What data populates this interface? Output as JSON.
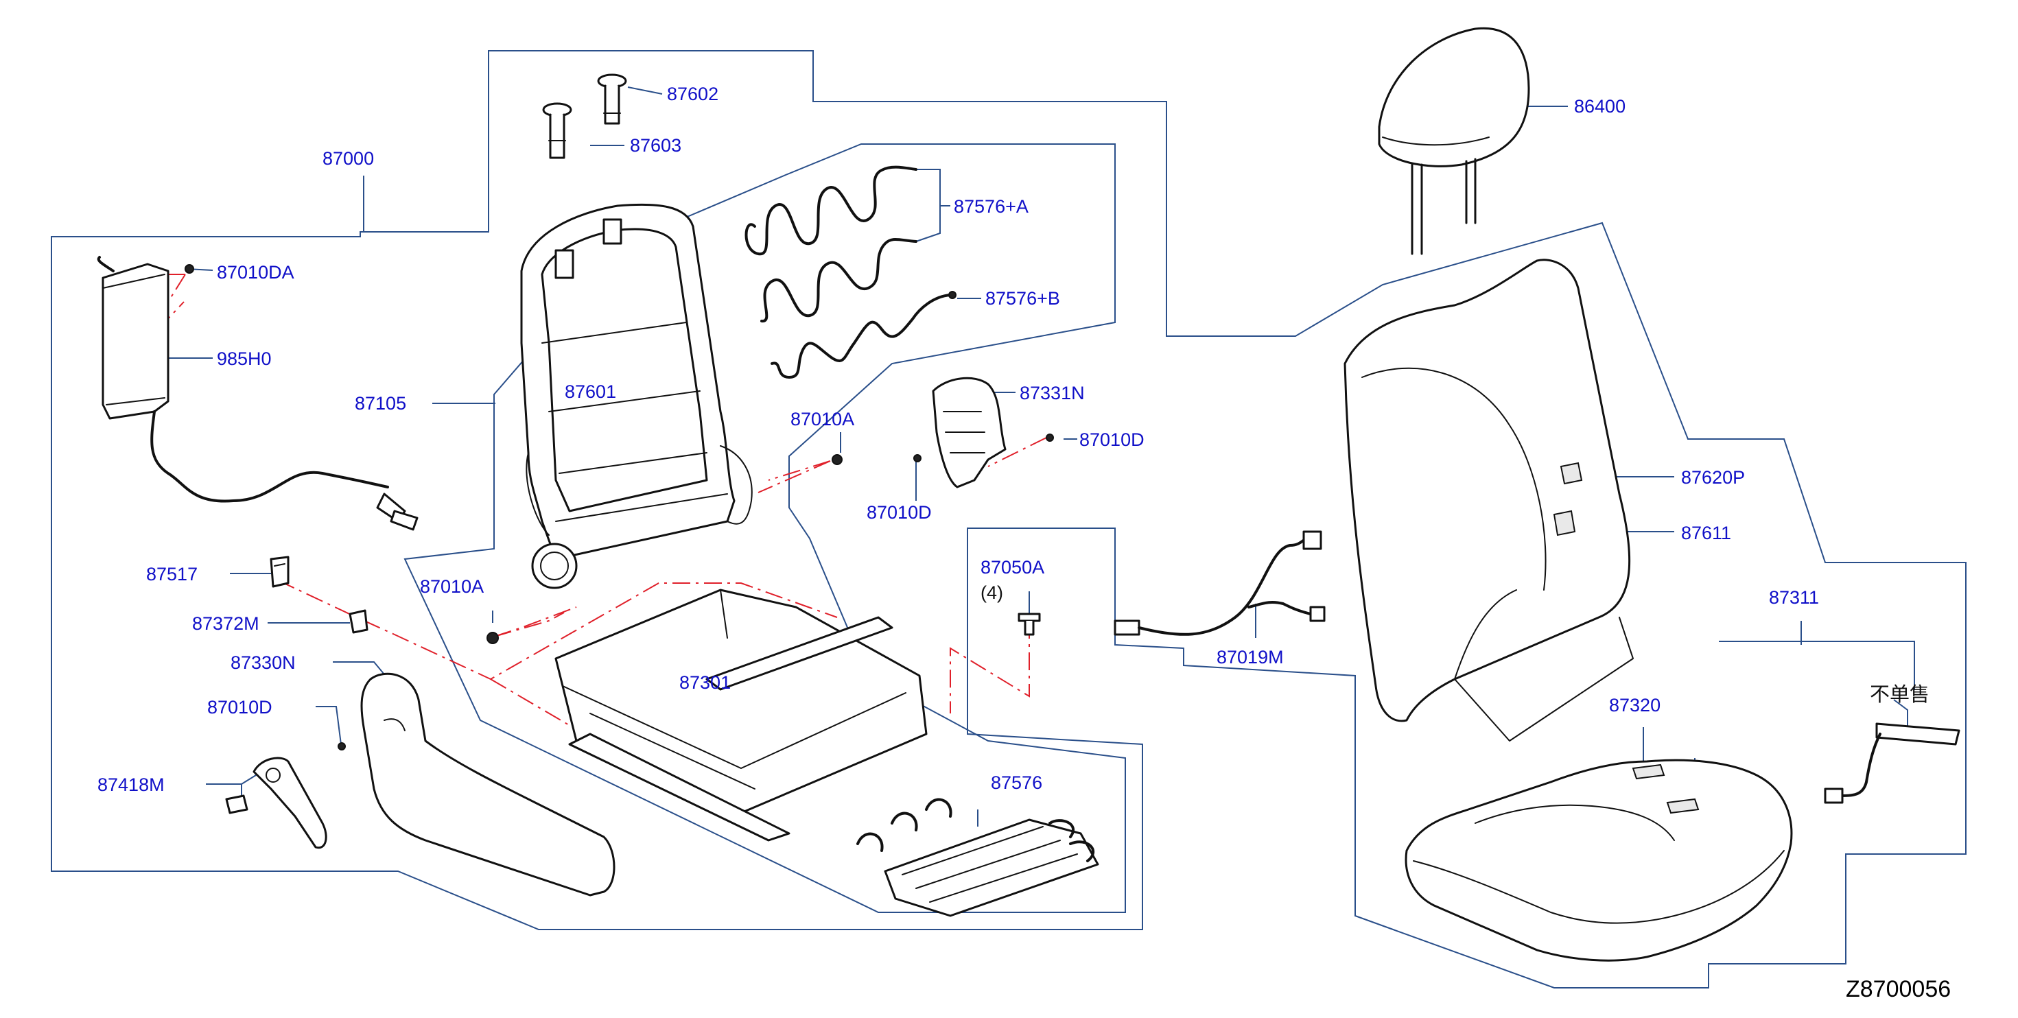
{
  "diagram_code": "Z8700056",
  "note_not_sold_separately": "不单售",
  "quantity_note": "(4)",
  "callouts": {
    "p87000": "87000",
    "p87602": "87602",
    "p87603": "87603",
    "p86400": "86400",
    "p87010DA": "87010DA",
    "p985H0": "985H0",
    "p87576A": "87576+A",
    "p87576B": "87576+B",
    "p87105": "87105",
    "p87601": "87601",
    "p87010A_top": "87010A",
    "p87331N": "87331N",
    "p87010D_right": "87010D",
    "p87010D_mid": "87010D",
    "p87620P": "87620P",
    "p87611": "87611",
    "p87050A": "87050A",
    "p87517": "87517",
    "p87010A_left": "87010A",
    "p87372M": "87372M",
    "p87301": "87301",
    "p87019M": "87019M",
    "p87311": "87311",
    "p87330N": "87330N",
    "p87010D_left": "87010D",
    "p87320": "87320",
    "p87576": "87576",
    "p87418M": "87418M"
  }
}
